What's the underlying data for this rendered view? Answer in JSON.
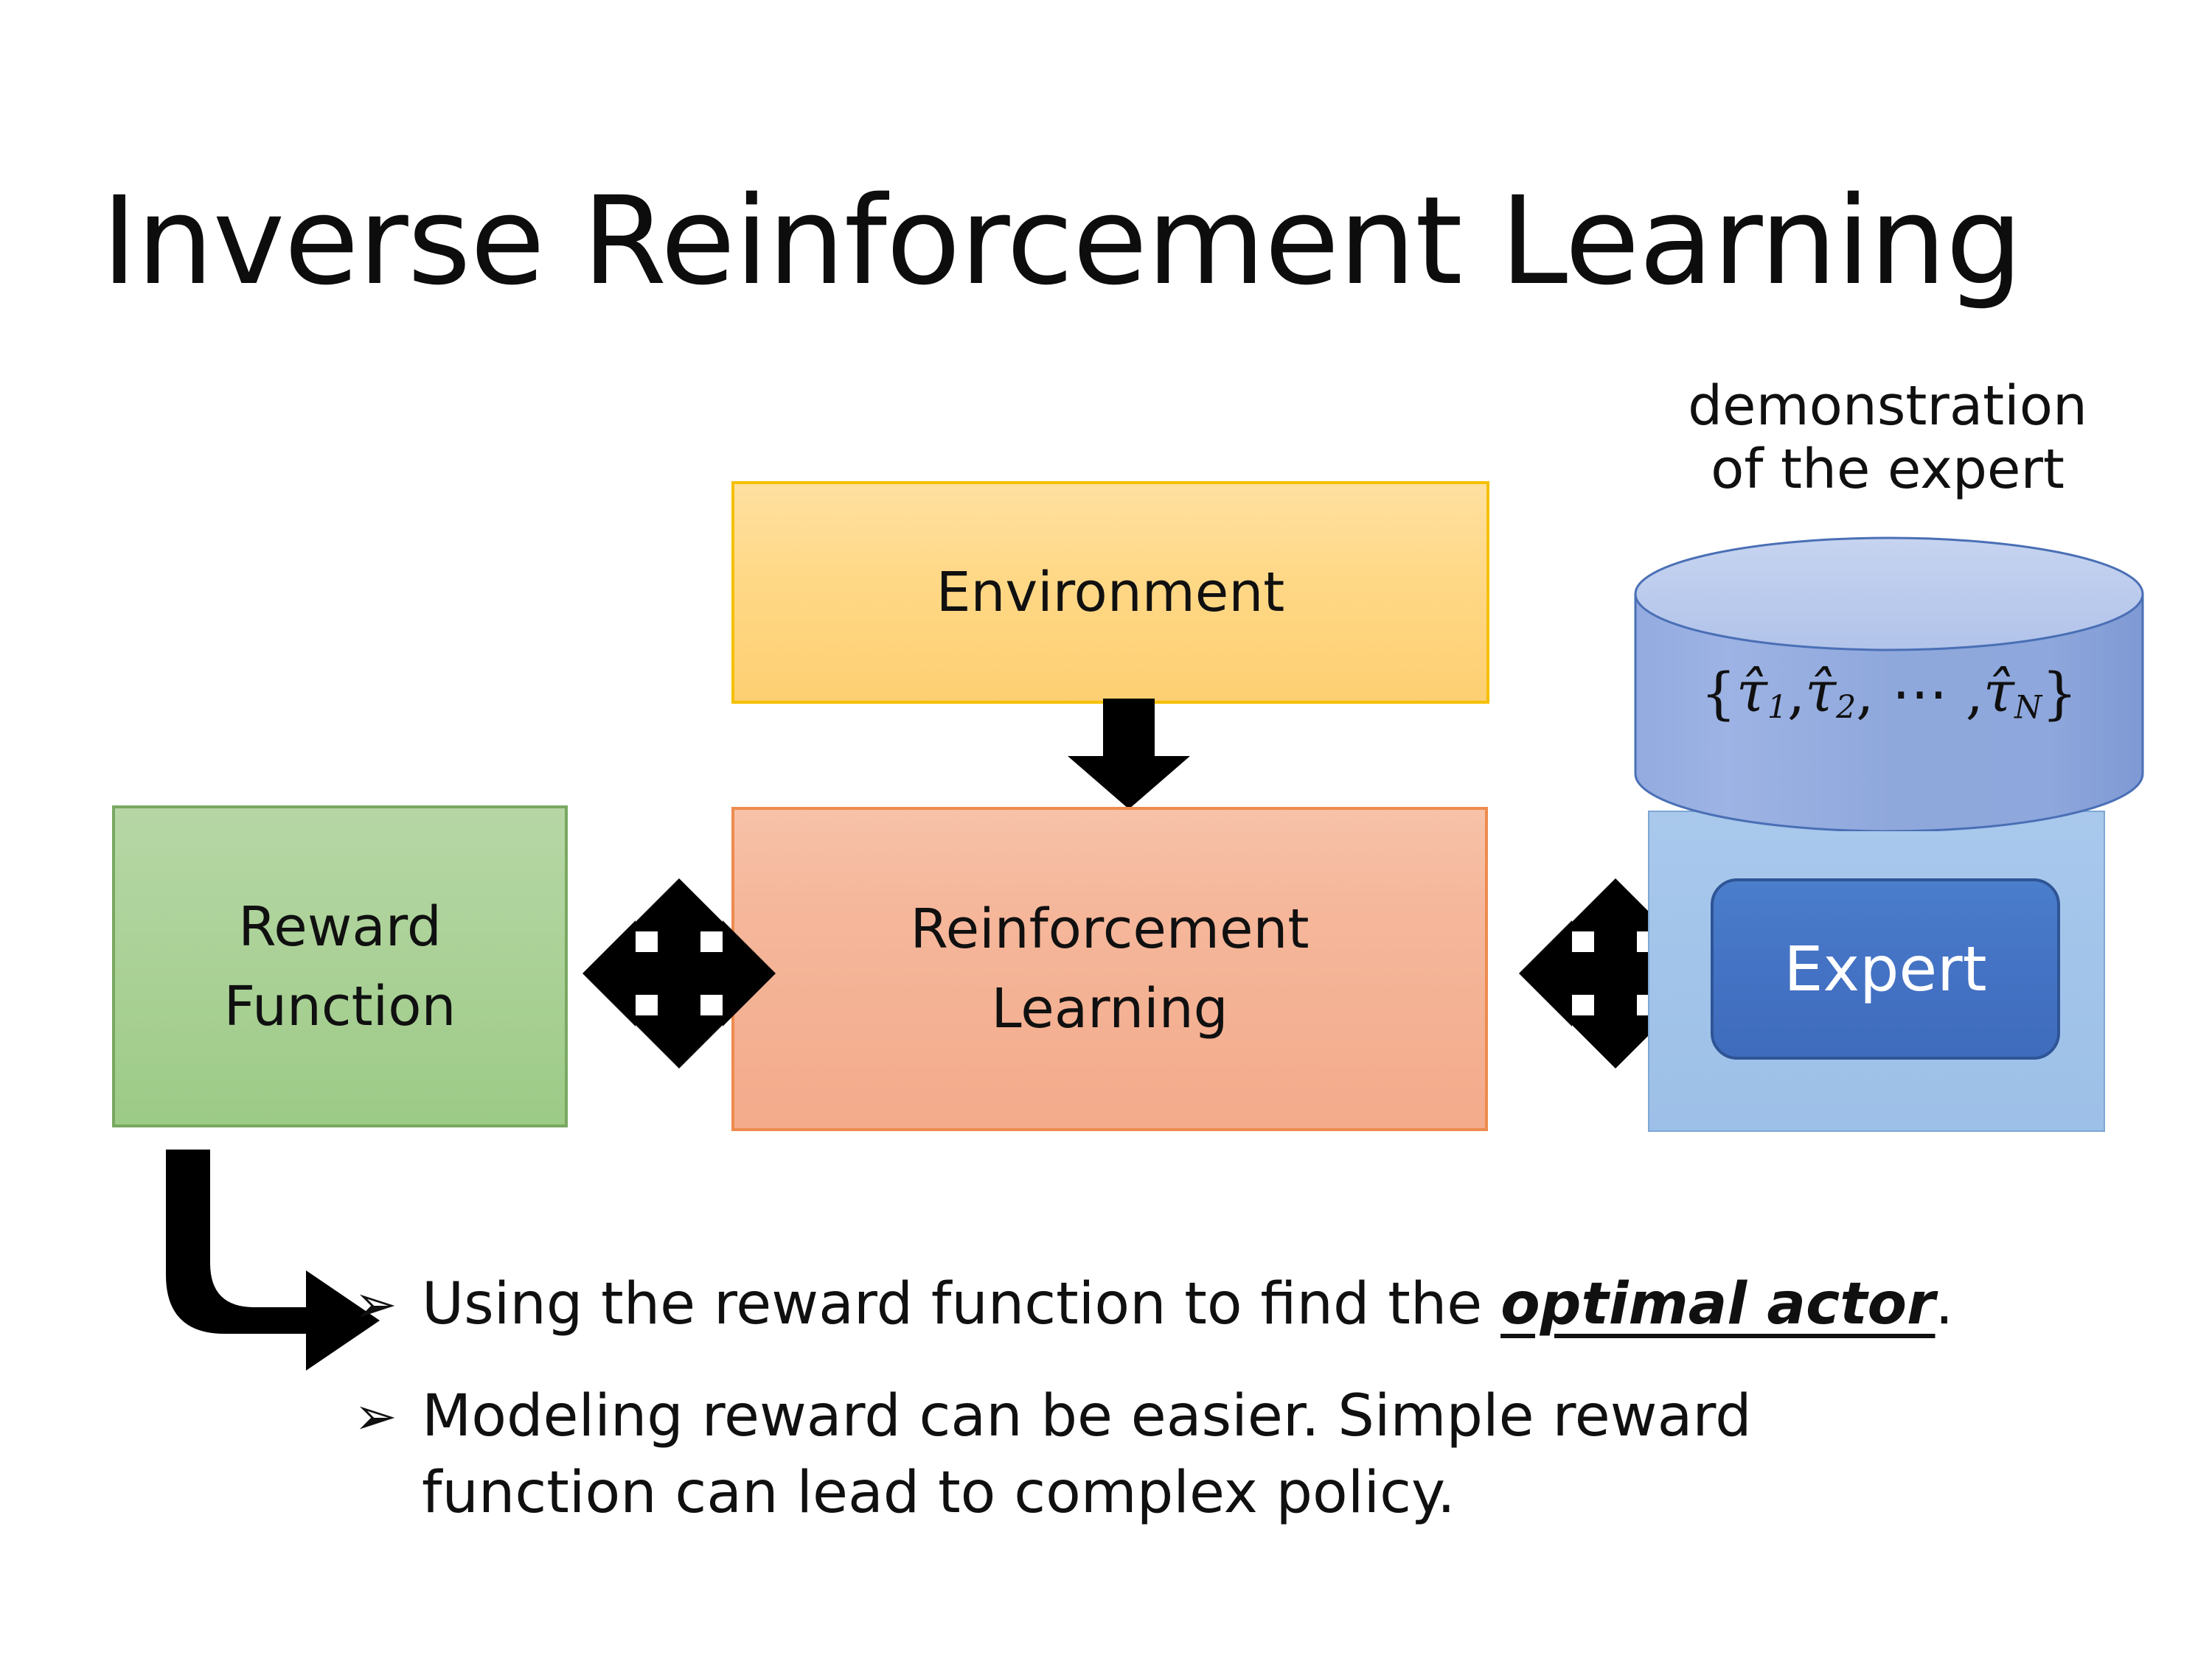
{
  "slide": {
    "title": "Inverse Reinforcement Learning",
    "background_color": "#ffffff"
  },
  "diagram": {
    "environment": {
      "label": "Environment",
      "fill_color": "#ffd886",
      "border_color": "#f5c000"
    },
    "reinforcement_learning": {
      "label_line1": "Reinforcement",
      "label_line2": "Learning",
      "fill_color": "#f3ab8b",
      "border_color": "#ed8b4e"
    },
    "reward_function": {
      "label_line1": "Reward",
      "label_line2": "Function",
      "fill_color": "#a9d095",
      "border_color": "#79a861"
    },
    "expert": {
      "caption_line1": "demonstration",
      "caption_line2": "of the expert",
      "cylinder_formula_open": "{",
      "cylinder_formula_t1": "τ̂",
      "cylinder_formula_t1_sub": "1",
      "cylinder_formula_sep1": ", ",
      "cylinder_formula_t2": "τ̂",
      "cylinder_formula_t2_sub": "2",
      "cylinder_formula_dots": ", ⋯ , ",
      "cylinder_formula_tn": "τ̂",
      "cylinder_formula_tn_sub": "N",
      "cylinder_formula_close": "}",
      "cylinder_fill_color": "#8fa9dd",
      "panel_fill_color": "#a2c4ea",
      "button_label": "Expert",
      "button_fill_color": "#4472c4",
      "button_border_color": "#2f5596",
      "button_text_color": "#ffffff"
    },
    "arrows": {
      "env_to_rl": "down-arrow",
      "reward_to_rl": "left-right-up-down-quad-arrow",
      "rl_to_expert": "left-right-up-down-quad-arrow",
      "reward_to_bullet": "elbow-arrow-down-right",
      "color": "#000000"
    }
  },
  "bullets": [
    {
      "marker": "➢",
      "text_before": "Using the reward function to find the ",
      "emphasis": "optimal actor",
      "text_after": "."
    },
    {
      "marker": "➢",
      "line1": "Modeling reward can be easier. Simple reward",
      "line2": "function can lead to complex policy."
    }
  ]
}
